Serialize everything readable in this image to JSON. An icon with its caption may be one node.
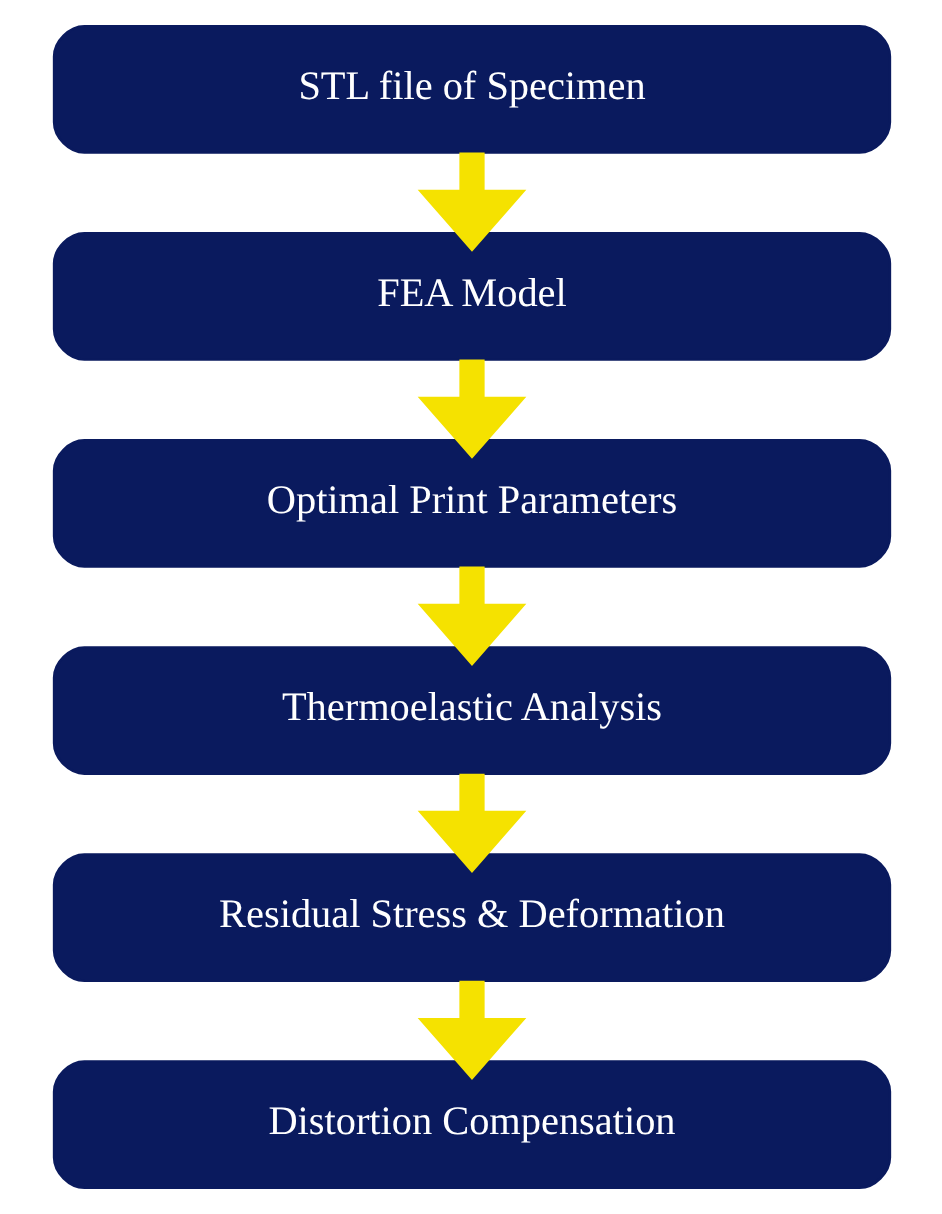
{
  "diagram": {
    "nodes": [
      {
        "text": [
          "STL file of Specimen"
        ]
      },
      {
        "text": [
          "FEA Model"
        ]
      },
      {
        "text": [
          "Optimal Print Parameters"
        ]
      },
      {
        "text": [
          "Thermoelastic Analysis"
        ]
      },
      {
        "text": [
          "Residual Stress & Deformation"
        ]
      },
      {
        "text": [
          "Distortion Compensation"
        ]
      }
    ],
    "edges": [
      {
        "from": 0,
        "to": 1,
        "arrow": "to"
      },
      {
        "from": 1,
        "to": 2,
        "arrow": "to"
      },
      {
        "from": 2,
        "to": 3,
        "arrow": "to"
      },
      {
        "from": 3,
        "to": 4,
        "arrow": "to"
      },
      {
        "from": 4,
        "to": 5,
        "arrow": "to"
      }
    ]
  }
}
